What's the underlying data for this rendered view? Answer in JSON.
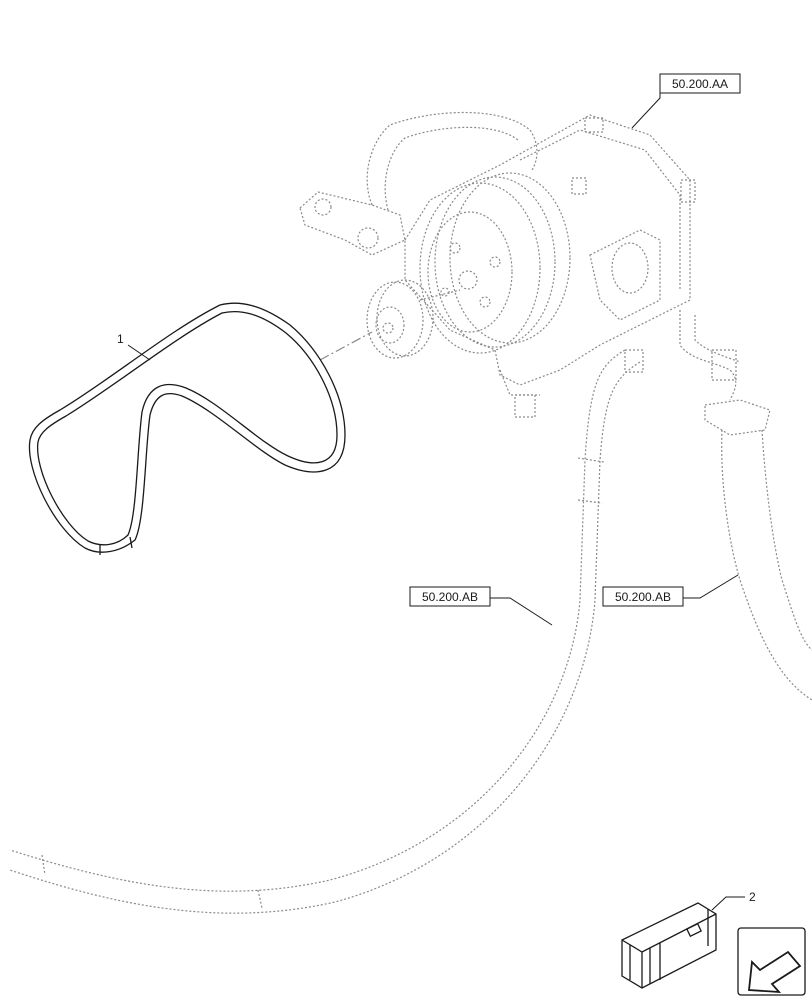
{
  "callouts": {
    "belt": "1",
    "kit": "2"
  },
  "references": {
    "compressor": "50.200.AA",
    "hose_left": "50.200.AB",
    "hose_right": "50.200.AB"
  },
  "icons": {
    "kit_box": "parts-kit-box-icon",
    "nav_arrow": "previous-view-arrow-icon"
  },
  "colors": {
    "line": "#1a1a1a",
    "ghost_line": "#8a8a8a",
    "background": "#ffffff"
  }
}
